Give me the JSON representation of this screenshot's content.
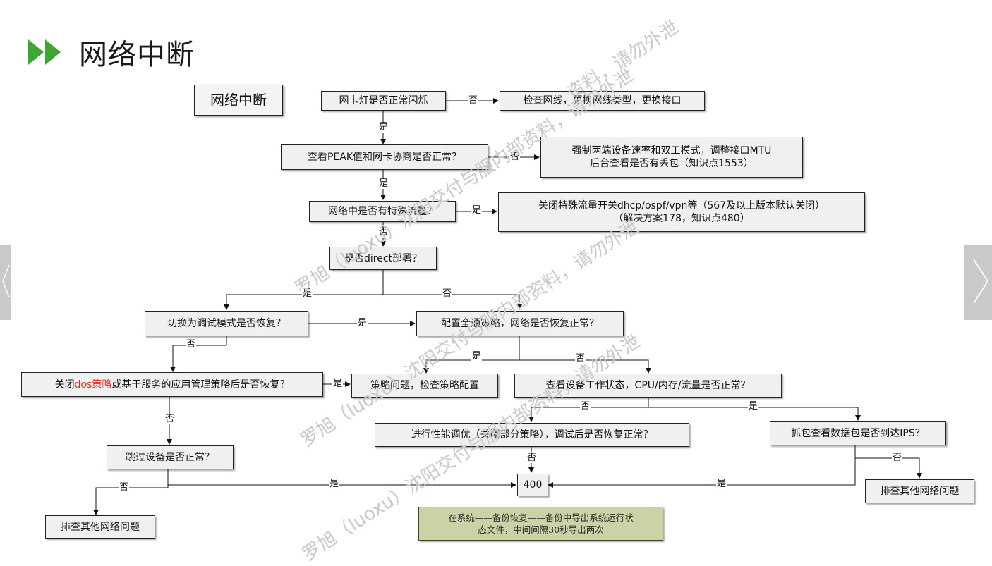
{
  "page": {
    "title": "网络中断",
    "icons": [
      "double-arrow-right-icon",
      "chevron-left-icon",
      "chevron-right-icon"
    ],
    "colors": {
      "accent": "#3fa535",
      "highlight": "#e8281f",
      "note_bg": "#c9d3a6"
    }
  },
  "diagram": {
    "label": "网络中断",
    "nodes": {
      "n1": "网卡灯是否正常闪烁",
      "n1_no": "检查网线，更换网线类型，更换接口",
      "n2": "查看PEAK值和网卡协商是否正常？",
      "n2_no_line1": "强制两端设备速率和双工模式，调整接口MTU",
      "n2_no_line2": "后台查看是否有丢包（知识点1553）",
      "n3": "网络中是否有特殊流量？",
      "n3_yes_line1": "关闭特殊流量开关dhcp/ospf/vpn等（567及以上版本默认关闭）",
      "n3_yes_line2": "（解决方案178，知识点480）",
      "n4": "是否direct部署？",
      "n5": "切换为调试模式是否恢复？",
      "n6": "配置全通策略，网络是否恢复正常？",
      "n7_prefix": "关闭",
      "n7_highlight": "dos策略",
      "n7_suffix": "或基于服务的应用管理策略后是否恢复？",
      "n8": "策略问题，检查策略配置",
      "n9": "查看设备工作状态，CPU/内存/流量是否正常？",
      "n10": "跳过设备是否正常？",
      "n11": "进行性能调优（关闭部分策略），调试后是否恢复正常？",
      "n12": "抓包查看数据包是否到达IPS？",
      "n13": "400",
      "n14": "排查其他网络问题",
      "n15": "排查其他网络问题",
      "note_line1": "在系统——备份恢复——备份中导出系统运行状",
      "note_line2": "态文件，中间间隔30秒导出两次"
    },
    "edge_labels": {
      "yes": "是",
      "no": "否"
    }
  },
  "watermark": {
    "text_a": "资料，请勿外泄",
    "text_b": "罗旭（luoxu）沈阳交付与服内部资料，请勿外泄"
  }
}
